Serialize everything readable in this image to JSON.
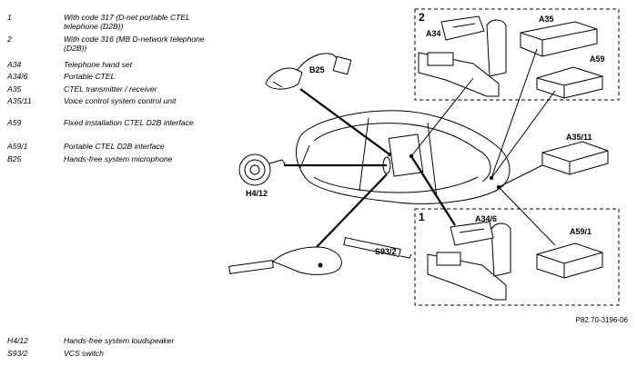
{
  "legend_top": [
    {
      "code": "1",
      "desc": "With code 317 (D-net portable CTEL telephone (D2B))"
    },
    {
      "code": "2",
      "desc": "With code 316 (MB D-network telephone (D2B))"
    },
    {
      "code": "A34",
      "desc": "Telephone hand set"
    },
    {
      "code": "A34/6",
      "desc": "Portable CTEL"
    },
    {
      "code": "A35",
      "desc": "CTEL transmitter / receiver"
    },
    {
      "code": "A35/11",
      "desc": "Voice control system control unit"
    },
    {
      "code": "A59",
      "desc": "Fixed installation CTEL D2B interface"
    },
    {
      "code": "A59/1",
      "desc": "Portable CTEL D2B interface"
    },
    {
      "code": "B25",
      "desc": "Hands-free system microphone"
    }
  ],
  "legend_bottom": [
    {
      "code": "H4/12",
      "desc": "Hands-free system loudspeaker"
    },
    {
      "code": "S93/2",
      "desc": "VCS switch"
    }
  ],
  "diagram_labels": {
    "box2": "2",
    "box1": "1",
    "a34": "A34",
    "a35": "A35",
    "a59": "A59",
    "b25": "B25",
    "a35_11": "A35/11",
    "h4_12": "H4/12",
    "a34_6": "A34/6",
    "a59_1": "A59/1",
    "s93_2": "S93/2"
  },
  "figure_ref": "P82.70-3196-06"
}
